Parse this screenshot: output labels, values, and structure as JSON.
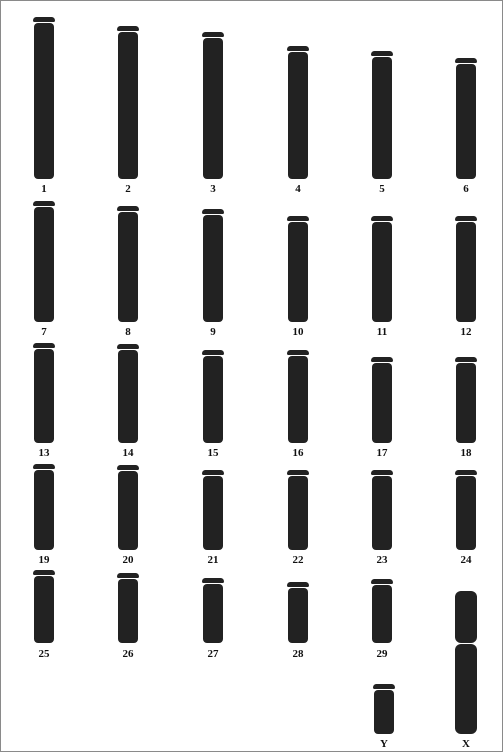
{
  "figure": {
    "chromosomes": [
      {
        "label": "1"
      },
      {
        "label": "2"
      },
      {
        "label": "3"
      },
      {
        "label": "4"
      },
      {
        "label": "5"
      },
      {
        "label": "6"
      },
      {
        "label": "7"
      },
      {
        "label": "8"
      },
      {
        "label": "9"
      },
      {
        "label": "10"
      },
      {
        "label": "11"
      },
      {
        "label": "12"
      },
      {
        "label": "13"
      },
      {
        "label": "14"
      },
      {
        "label": "15"
      },
      {
        "label": "16"
      },
      {
        "label": "17"
      },
      {
        "label": "18"
      },
      {
        "label": "19"
      },
      {
        "label": "20"
      },
      {
        "label": "21"
      },
      {
        "label": "22"
      },
      {
        "label": "23"
      },
      {
        "label": "24"
      },
      {
        "label": "25"
      },
      {
        "label": "26"
      },
      {
        "label": "27"
      },
      {
        "label": "28"
      },
      {
        "label": "29"
      },
      {
        "label": "Y"
      },
      {
        "label": "X"
      }
    ],
    "colors": {
      "chromosome": "#222222",
      "border": "#8a8a8a",
      "label": "#111111"
    }
  }
}
